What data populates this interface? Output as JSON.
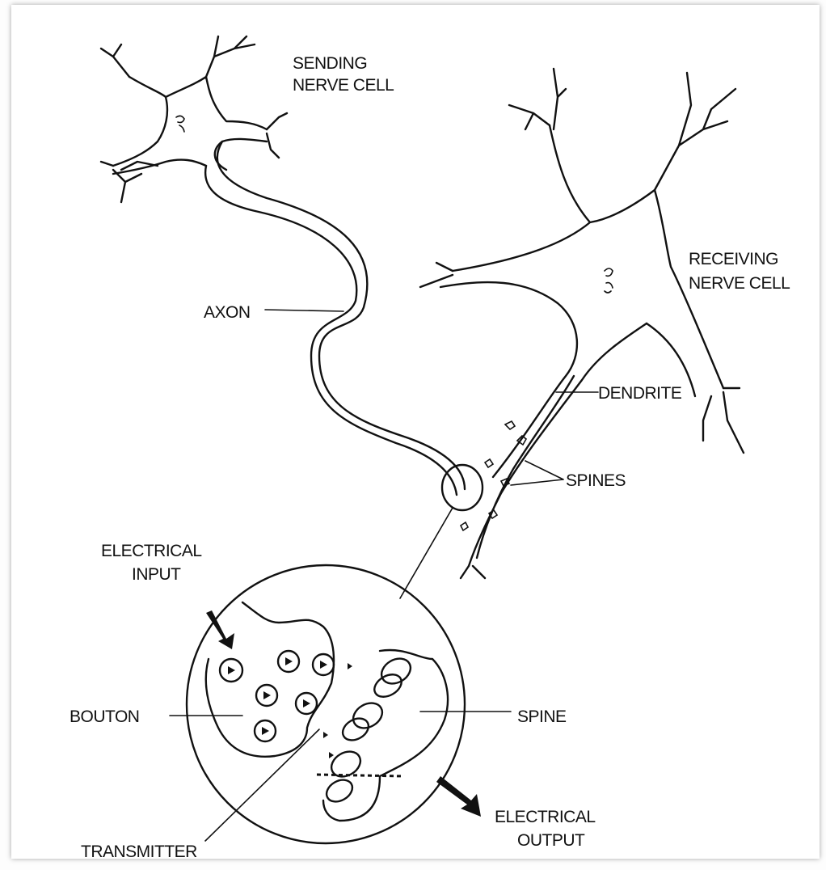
{
  "labels": {
    "sending_line1": "SENDING",
    "sending_line2": "NERVE CELL",
    "receiving_line1": "RECEIVING",
    "receiving_line2": "NERVE CELL",
    "axon": "AXON",
    "dendrite": "DENDRITE",
    "spines": "SPINES",
    "electrical_input_line1": "ELECTRICAL",
    "electrical_input_line2": "INPUT",
    "bouton": "BOUTON",
    "spine": "SPINE",
    "transmitter": "TRANSMITTER",
    "electrical_output_line1": "ELECTRICAL",
    "electrical_output_line2": "OUTPUT"
  }
}
